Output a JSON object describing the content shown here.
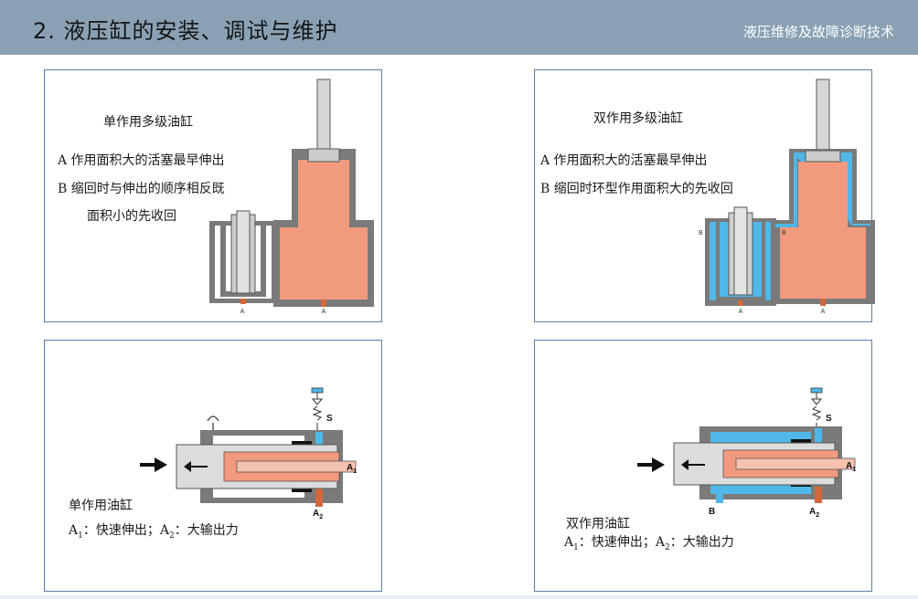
{
  "header": {
    "title": "2. 液压缸的安装、调试与维护",
    "subtitle": "液压维修及故障诊断技术"
  },
  "panel1": {
    "heading": "单作用多级油缸",
    "line_a": "A 作用面积大的活塞最早伸出",
    "line_b1": "B 缩回时与伸出的顺序相反既",
    "line_b2": "面积小的先收回",
    "label_left": "A",
    "label_right": "A"
  },
  "panel2": {
    "heading": "双作用多级油缸",
    "line_a": "A 作用面积大的活塞最早伸出",
    "line_b": "B 缩回时环型作用面积大的先收回",
    "label_left_b": "B",
    "label_left_a": "A",
    "label_right_b": "B",
    "label_right_a": "A"
  },
  "panel3": {
    "caption": "单作用油缸",
    "formula": {
      "a1": "A",
      "a1_sub": "1",
      "a1_text": "：快速伸出；",
      "a2": "A",
      "a2_sub": "2",
      "a2_text": "：大输出力"
    },
    "label_s": "S",
    "label_a1": "A",
    "label_a1_sub": "1",
    "label_a2": "A",
    "label_a2_sub": "2"
  },
  "panel4": {
    "caption": "双作用油缸",
    "formula": {
      "a1": "A",
      "a1_sub": "1",
      "a1_text": "：快速伸出；",
      "a2": "A",
      "a2_sub": "2",
      "a2_text": "：大输出力"
    },
    "label_s": "S",
    "label_a1": "A",
    "label_a1_sub": "1",
    "label_a2": "A",
    "label_a2_sub": "2",
    "label_b": "B"
  },
  "colors": {
    "header_bg": "#8aa1b3",
    "panel_border": "#5b7fa8",
    "oil_red": "#f29a7e",
    "oil_blue": "#4fb8e8",
    "housing_gray": "#7a7a7a"
  }
}
